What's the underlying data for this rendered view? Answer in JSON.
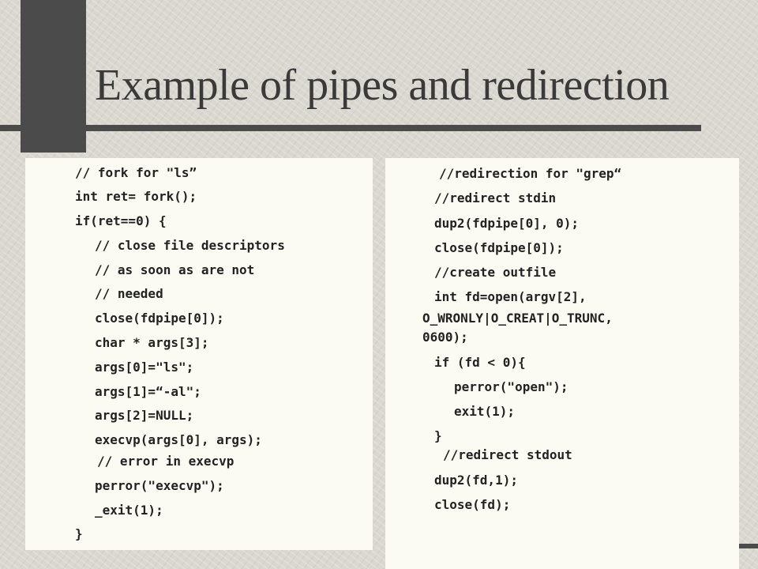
{
  "slide": {
    "title": "Example of pipes and redirection"
  },
  "left_code": [
    "// fork for \"ls”",
    "int ret= fork();",
    "if(ret==0) {",
    "// close file descriptors",
    "// as soon as are not",
    "// needed",
    "close(fdpipe[0]);",
    "char * args[3];",
    "args[0]=\"ls\";",
    "args[1]=“-al\";",
    "args[2]=NULL;",
    "execvp(args[0], args);",
    "// error in execvp",
    "perror(\"execvp\");",
    "_exit(1);",
    "}"
  ],
  "right_code": [
    "//redirection for \"grep“",
    "//redirect stdin",
    "dup2(fdpipe[0], 0);",
    "close(fdpipe[0]);",
    "//create outfile",
    "int fd=open(argv[2],",
    "O_WRONLY|O_CREAT|O_TRUNC,",
    "0600);",
    "if (fd < 0){",
    "perror(\"open\");",
    "exit(1);",
    "}",
    "//redirect stdout",
    "dup2(fd,1);",
    "close(fd);"
  ],
  "colors": {
    "background": "#d9d7cf",
    "accent": "#4b4b4b",
    "panel": "#fbfbf3",
    "text": "#222222",
    "title": "#3a3a3a"
  }
}
